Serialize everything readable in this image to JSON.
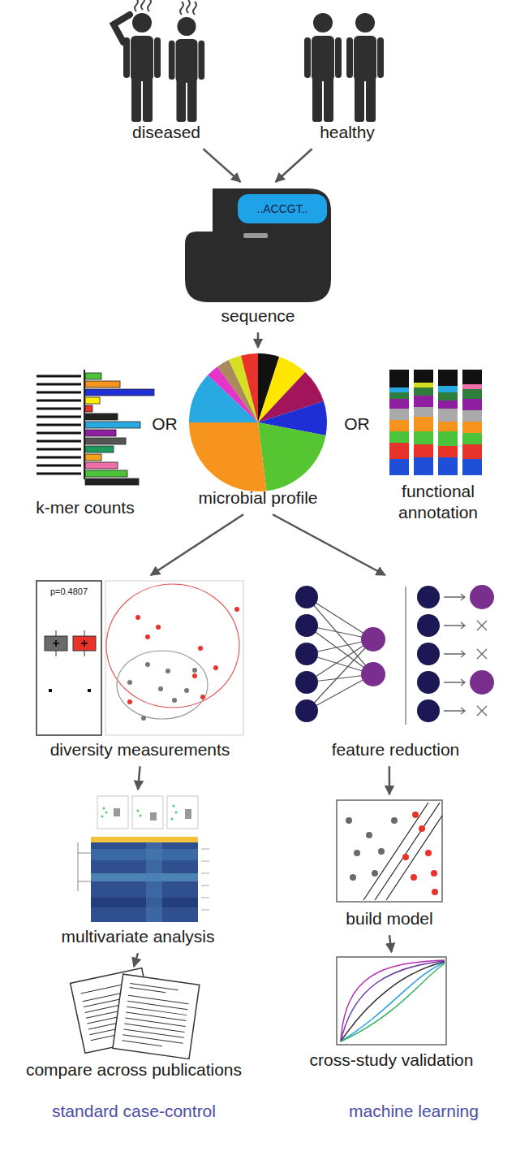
{
  "diagram": {
    "nodes": [
      {
        "text": [
          "diseased"
        ]
      },
      {
        "text": [
          "healthy"
        ]
      },
      {
        "text": [
          "sequence"
        ]
      },
      {
        "text": [
          "k-mer counts"
        ]
      },
      {
        "text": [
          "microbial profile"
        ]
      },
      {
        "text": [
          "functional annotation"
        ]
      },
      {
        "text": [
          "diversity measurements"
        ]
      },
      {
        "text": [
          "feature reduction"
        ]
      },
      {
        "text": [
          "multivariate analysis"
        ]
      },
      {
        "text": [
          "build model"
        ]
      },
      {
        "text": [
          "compare across publications"
        ]
      },
      {
        "text": [
          "cross-study validation"
        ]
      }
    ],
    "edges": [
      {
        "from": 0,
        "to": 2,
        "arrow": "to"
      },
      {
        "from": 1,
        "to": 2,
        "arrow": "to"
      },
      {
        "from": 2,
        "to": 4,
        "arrow": "to"
      },
      {
        "from": 4,
        "to": 6,
        "arrow": "to"
      },
      {
        "from": 4,
        "to": 7,
        "arrow": "to"
      },
      {
        "from": 6,
        "to": 8,
        "arrow": "to"
      },
      {
        "from": 8,
        "to": 10,
        "arrow": "to"
      },
      {
        "from": 7,
        "to": 9,
        "arrow": "to"
      },
      {
        "from": 9,
        "to": 11,
        "arrow": "to"
      }
    ],
    "labels": [
      "..ACCGT..",
      "OR",
      "OR",
      "p=0.4807",
      "standard case-control",
      "machine learning"
    ]
  }
}
